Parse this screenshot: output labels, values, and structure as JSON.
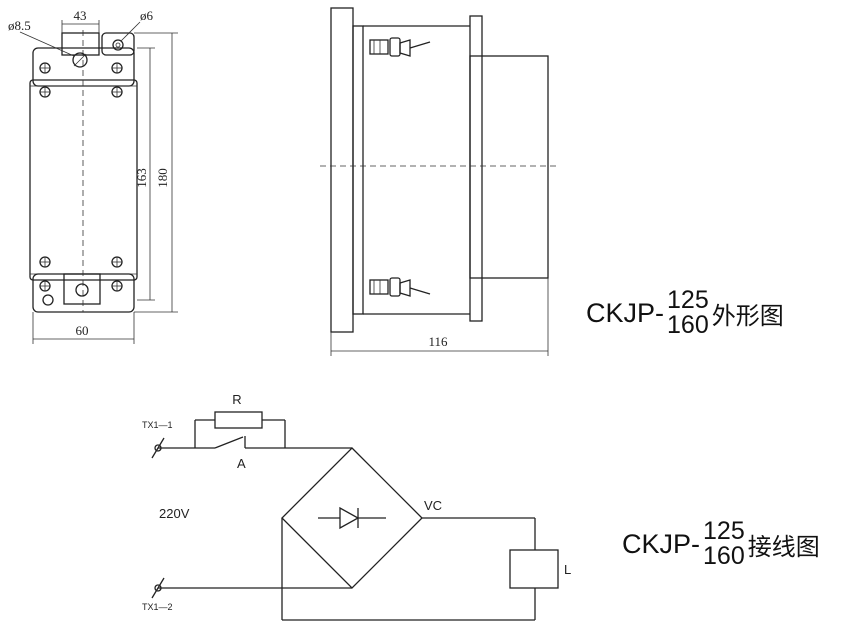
{
  "outline_view": {
    "dims": {
      "hole_large": "ø8.5",
      "hole_small": "ø6",
      "top_width": "43",
      "bottom_width": "60",
      "inner_height": "163",
      "outer_height": "180",
      "depth": "116"
    },
    "title": {
      "model": "CKJP-",
      "numerator": "125",
      "denominator": "160",
      "suffix": "外形图"
    }
  },
  "wiring_view": {
    "labels": {
      "terminal_top": "TX1—1",
      "terminal_bottom": "TX1—2",
      "resistor": "R",
      "contact": "A",
      "voltage": "220V",
      "vc": "VC",
      "load": "L"
    },
    "title": {
      "model": "CKJP-",
      "numerator": "125",
      "denominator": "160",
      "suffix": "接线图"
    }
  }
}
